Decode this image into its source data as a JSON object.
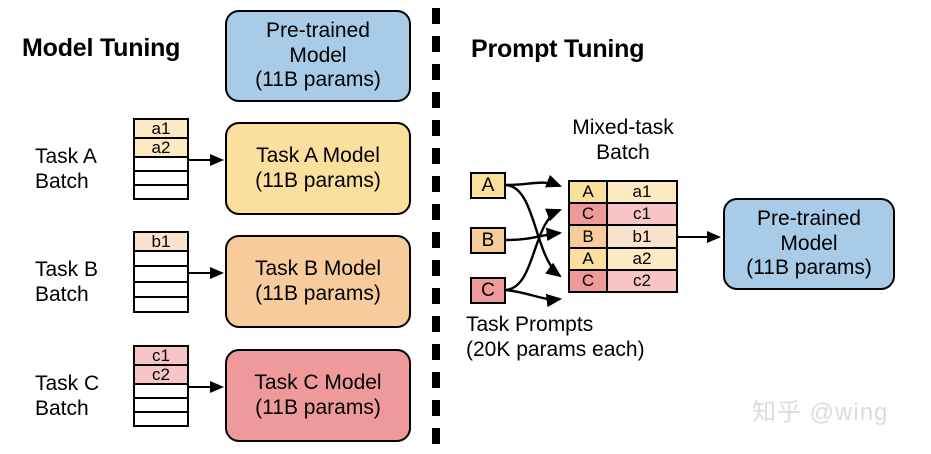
{
  "left_panel": {
    "title": "Model Tuning",
    "pretrained_box": {
      "lines": [
        "Pre-trained",
        "Model",
        "(11B params)"
      ],
      "color": "#a8cbe8"
    },
    "tasks": [
      {
        "label_lines": [
          "Task A",
          "Batch"
        ],
        "rows": [
          "a1",
          "a2",
          "",
          "",
          ""
        ],
        "row_fill": "#fbeac2",
        "model_lines": [
          "Task A Model",
          "(11B params)"
        ],
        "model_color": "#fadf9d"
      },
      {
        "label_lines": [
          "Task B",
          "Batch"
        ],
        "rows": [
          "b1",
          "",
          "",
          "",
          ""
        ],
        "row_fill": "#fae3cc",
        "model_lines": [
          "Task B Model",
          "(11B params)"
        ],
        "model_color": "#f8cb9c"
      },
      {
        "label_lines": [
          "Task C",
          "Batch"
        ],
        "rows": [
          "c1",
          "c2",
          "",
          "",
          ""
        ],
        "row_fill": "#f7c5c5",
        "model_lines": [
          "Task C Model",
          "(11B params)"
        ],
        "model_color": "#ef9a9a"
      }
    ]
  },
  "right_panel": {
    "title": "Prompt Tuning",
    "mixed_batch_caption": [
      "Mixed-task",
      "Batch"
    ],
    "prompt_chips": [
      {
        "label": "A",
        "color": "#fadf9d"
      },
      {
        "label": "B",
        "color": "#f8cb9c"
      },
      {
        "label": "C",
        "color": "#ef9a9a"
      }
    ],
    "mixed_rows": [
      {
        "tag": "A",
        "value": "a1",
        "tag_color": "#fadf9d",
        "value_color": "#fbeac2"
      },
      {
        "tag": "C",
        "value": "c1",
        "tag_color": "#ef9a9a",
        "value_color": "#f7c5c5"
      },
      {
        "tag": "B",
        "value": "b1",
        "tag_color": "#f8cb9c",
        "value_color": "#fae3cc"
      },
      {
        "tag": "A",
        "value": "a2",
        "tag_color": "#fadf9d",
        "value_color": "#fbeac2"
      },
      {
        "tag": "C",
        "value": "c2",
        "tag_color": "#ef9a9a",
        "value_color": "#f7c5c5"
      }
    ],
    "task_prompts_caption": [
      "Task Prompts",
      "(20K params each)"
    ],
    "pretrained_box": {
      "lines": [
        "Pre-trained",
        "Model",
        "(11B params)"
      ],
      "color": "#a8cbe8"
    }
  },
  "watermark": "知乎 @wing"
}
